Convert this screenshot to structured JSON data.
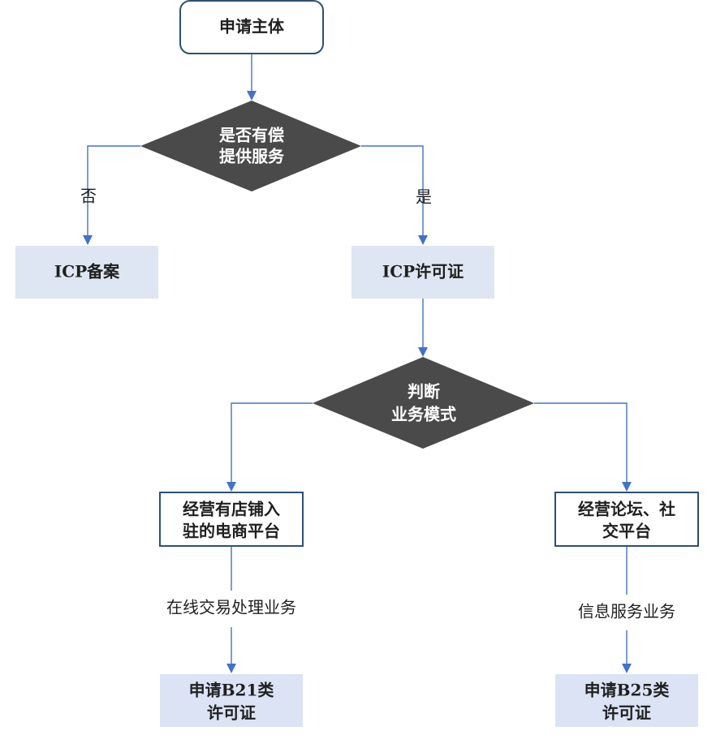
{
  "colors": {
    "connector": "#4472c4",
    "decision_fill": "#4a4a4a",
    "outline": "#2f4f72",
    "light_box": "#dde6f2",
    "light_box_2": "#dbe3f5"
  },
  "nodes": {
    "start": {
      "label": "申请主体"
    },
    "decision_paid": {
      "line1": "是否有偿",
      "line2": "提供服务"
    },
    "icp_record": {
      "label": "ICP备案"
    },
    "icp_license": {
      "label": "ICP许可证"
    },
    "decision_mode": {
      "line1": "判断",
      "line2": "业务模式"
    },
    "ecommerce": {
      "line1": "经营有店铺入",
      "line2": "驻的电商平台"
    },
    "forum": {
      "line1": "经营论坛、社",
      "line2": "交平台"
    },
    "b21": {
      "line1": "申请B21类",
      "line2": "许可证"
    },
    "b25": {
      "line1": "申请B25类",
      "line2": "许可证"
    }
  },
  "edges": {
    "no": "否",
    "yes": "是",
    "online_trade": "在线交易处理业务",
    "info_service": "信息服务业务"
  }
}
